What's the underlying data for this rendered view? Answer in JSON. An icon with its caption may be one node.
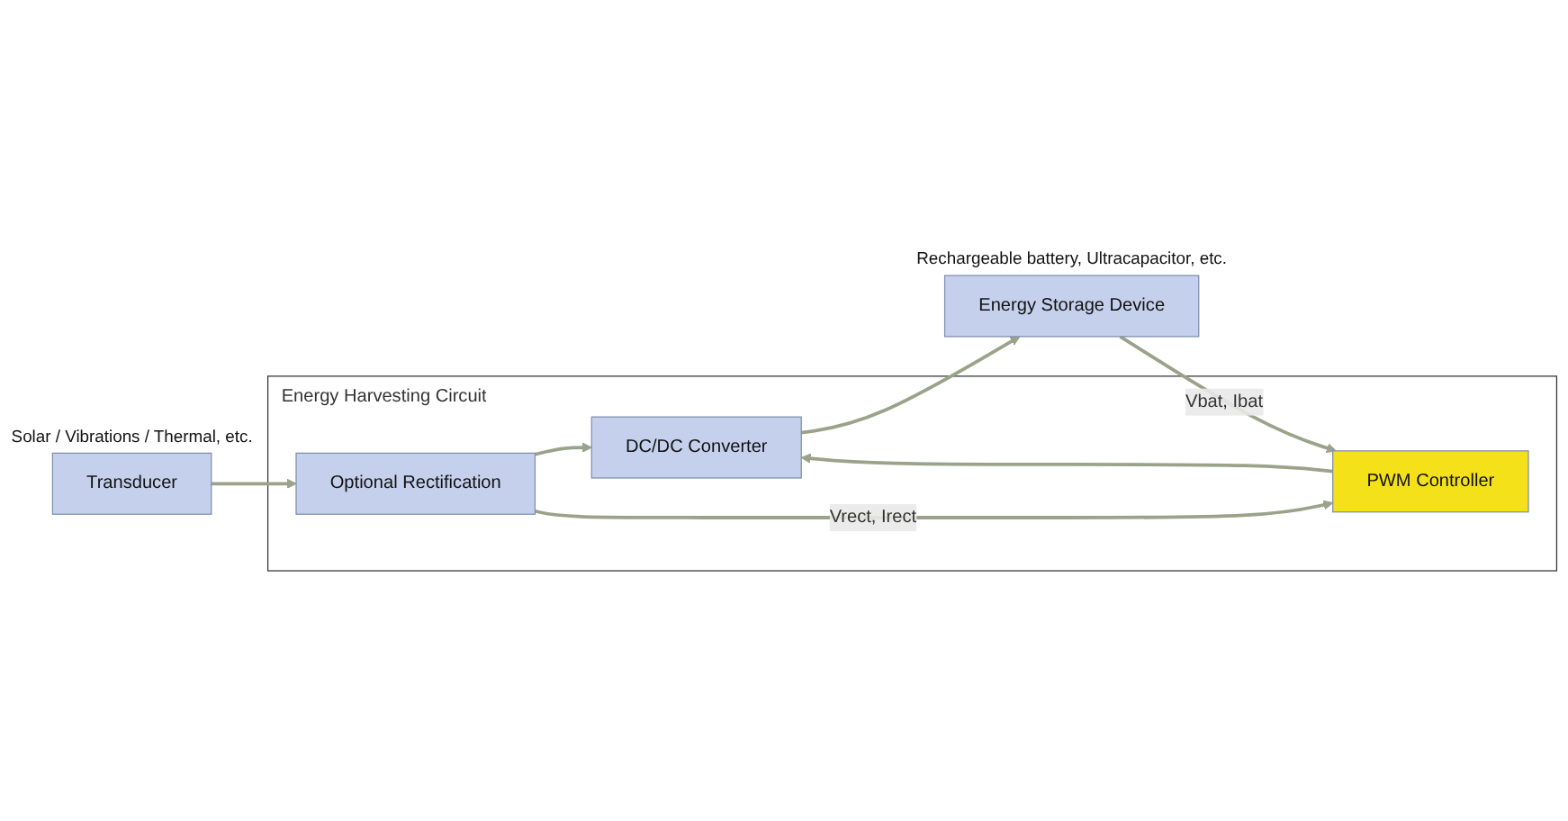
{
  "diagram": {
    "nodes": [
      {
        "text": [
          "Energy Harvesting Circuit"
        ]
      },
      {
        "text": [
          "Transducer"
        ],
        "beside": [
          "Solar / Vibrations / Thermal, etc."
        ]
      },
      {
        "text": [
          "Optional Rectification"
        ],
        "in": 0
      },
      {
        "text": [
          "DC/DC Converter"
        ],
        "in": 0
      },
      {
        "text": [
          "Energy Storage Device"
        ],
        "beside": [
          "Rechargeable battery, Ultracapacitor, etc."
        ]
      },
      {
        "text": [
          "PWM Controller"
        ],
        "in": 0
      }
    ],
    "edges": [
      {
        "from": 1,
        "to": 2,
        "arrow": "to"
      },
      {
        "from": 2,
        "to": 3,
        "arrow": "to"
      },
      {
        "from": 3,
        "to": 4,
        "arrow": "to"
      },
      {
        "from": 2,
        "to": 5,
        "arrow": "to",
        "label": "Vrect, Irect"
      },
      {
        "from": 4,
        "to": 5,
        "arrow": "to",
        "label": "Vbat, Ibat"
      },
      {
        "from": 5,
        "to": 3,
        "arrow": "to"
      }
    ]
  }
}
